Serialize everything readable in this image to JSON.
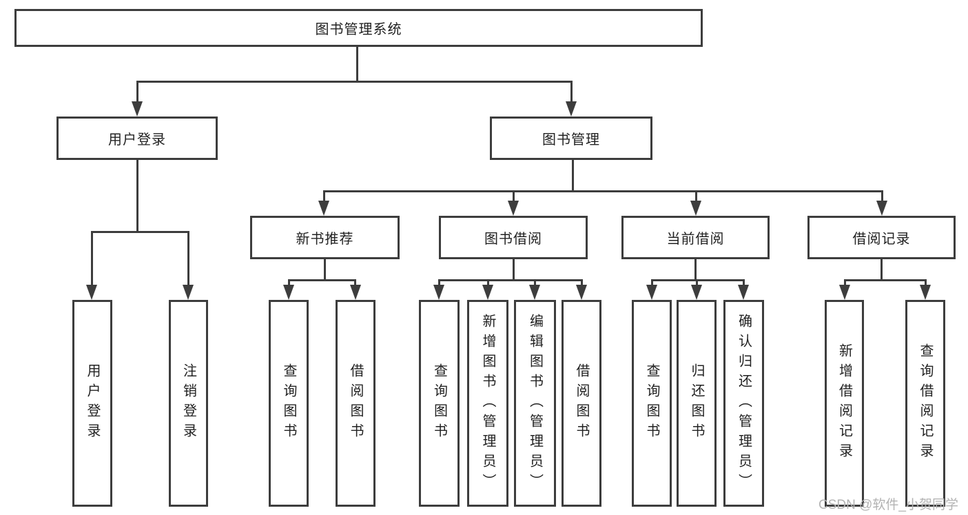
{
  "tree": {
    "label": "图书管理系统",
    "children": [
      {
        "label": "用户登录",
        "children": [
          {
            "label": "用户登录"
          },
          {
            "label": "注销登录"
          }
        ]
      },
      {
        "label": "图书管理",
        "children": [
          {
            "label": "新书推荐",
            "children": [
              {
                "label": "查询图书"
              },
              {
                "label": "借阅图书"
              }
            ]
          },
          {
            "label": "图书借阅",
            "children": [
              {
                "label": "查询图书"
              },
              {
                "label": "新增图书（管理员）"
              },
              {
                "label": "编辑图书（管理员）"
              },
              {
                "label": "借阅图书"
              }
            ]
          },
          {
            "label": "当前借阅",
            "children": [
              {
                "label": "查询图书"
              },
              {
                "label": "归还图书"
              },
              {
                "label": "确认归还（管理员）"
              }
            ]
          },
          {
            "label": "借阅记录",
            "children": [
              {
                "label": "新增借阅记录"
              },
              {
                "label": "查询借阅记录"
              }
            ]
          }
        ]
      }
    ]
  },
  "watermark": {
    "text": "CSDN @软件_小贺同学"
  },
  "colors": {
    "line": "#3d3d3d",
    "text": "#222222",
    "watermark": "#b3b3b3",
    "background": "#ffffff"
  }
}
